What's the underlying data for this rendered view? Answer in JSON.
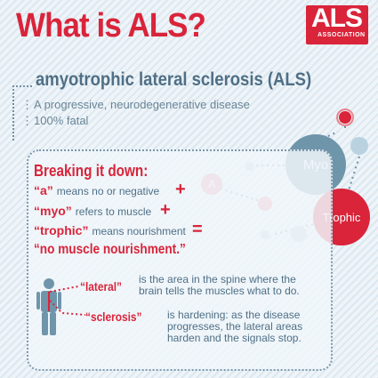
{
  "header": {
    "title": "What is ALS?",
    "logo_main": "ALS",
    "logo_sub": "ASSOCIATION"
  },
  "subtitle": "amyotrophic lateral sclerosis (ALS)",
  "bullets": [
    "A progressive, neurodegenerative disease",
    "100% fatal"
  ],
  "breakdown": {
    "heading": "Breaking it down:",
    "lines": [
      {
        "term": "“a”",
        "text": "means no or negative",
        "op": "+"
      },
      {
        "term": "“myo”",
        "text": "refers to muscle",
        "op": "+"
      },
      {
        "term": "“trophic”",
        "text": "means nourishment",
        "op": "="
      }
    ],
    "result": "“no muscle nourishment.”"
  },
  "callouts": [
    {
      "term": "“lateral”",
      "desc": [
        "is the area in the spine where the",
        "brain tells the muscles what to do."
      ]
    },
    {
      "term": "“sclerosis”",
      "desc": [
        "is hardening: as the disease",
        "progresses, the lateral areas",
        "harden and the signals stop."
      ]
    }
  ],
  "diagram": {
    "myo": "Myo",
    "a": "A",
    "trophic": "Trophic"
  },
  "colors": {
    "red": "#d9243a",
    "slate": "#4f6f86",
    "teal": "#6f95aa",
    "pale_blue": "#b9d2df",
    "pink": "#e8848f"
  }
}
